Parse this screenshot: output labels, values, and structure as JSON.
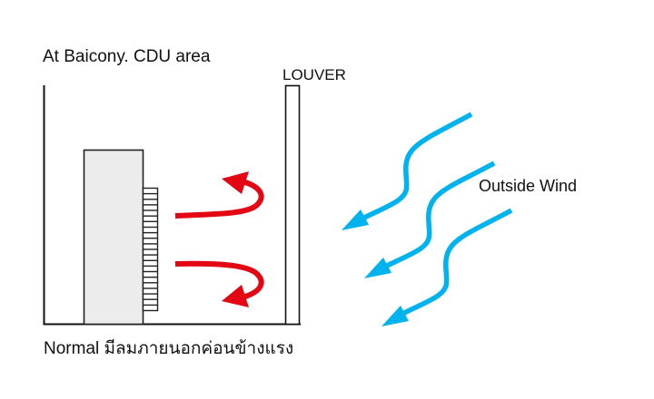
{
  "diagram": {
    "title": "At Baicony. CDU area",
    "louver_label": "LOUVER",
    "wind_label": "Outside Wind",
    "caption": "Normal มีลมภายนอกค่อนข้างแรง",
    "components": {
      "cdu_unit": "condensing-unit",
      "coil": "condenser-coil-fins",
      "louver": "louver-panel",
      "wall": "balcony-wall",
      "floor": "balcony-floor"
    },
    "flows": {
      "hot_air_recirculation": {
        "count": 2,
        "color": "#e30613",
        "direction": "out-then-back"
      },
      "outside_wind": {
        "count": 3,
        "color": "#00b3ee",
        "direction": "toward-balcony"
      }
    },
    "fin_count": 19,
    "colors": {
      "line": "#111111",
      "unit_fill": "#ececec",
      "hot_air": "#e30613",
      "wind": "#00b3ee",
      "background": "#ffffff"
    }
  }
}
